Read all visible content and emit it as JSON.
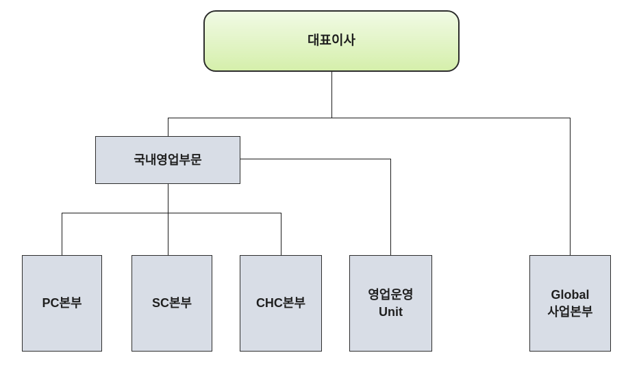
{
  "chart_data": {
    "type": "org-chart",
    "title": "",
    "hierarchy": {
      "root": "대표이사",
      "children_of_root": [
        "국내영업부문",
        "Global 사업본부"
      ],
      "children_of_division": [
        "PC본부",
        "SC본부",
        "CHC본부",
        "영업운영 Unit"
      ]
    }
  },
  "colors": {
    "background": "#ffffff",
    "root_fill_top": "#f1fae5",
    "root_fill_bottom": "#d5efab",
    "node_fill": "#d8dde6",
    "border": "#2b2b2b",
    "line": "#1a1a1a",
    "text": "#1f1f1f"
  },
  "nodes": {
    "ceo": {
      "label": "대표이사"
    },
    "division": {
      "label": "국내영업부문"
    },
    "units": [
      {
        "label": "PC본부"
      },
      {
        "label": "SC본부"
      },
      {
        "label": "CHC본부"
      },
      {
        "label": "영업운영 Unit",
        "lines": [
          "영업운영",
          "Unit"
        ]
      },
      {
        "label": "Global 사업본부",
        "lines": [
          "Global",
          "사업본부"
        ]
      }
    ]
  }
}
